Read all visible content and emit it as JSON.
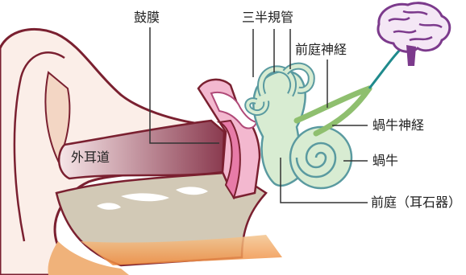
{
  "title": "",
  "labels": {
    "eardrum": "鼓膜",
    "semicircular_canals": "三半規管",
    "vestibular_nerve": "前庭神経",
    "ear_canal": "外耳道",
    "cochlear_nerve": "蝸牛神経",
    "cochlea": "蝸牛",
    "vestibule": "前庭（耳石器）"
  },
  "colors": {
    "skin_outline": "#7a2030",
    "skin_fill": "#fbeee8",
    "outer_ear_shade": "#f0b27a",
    "canal_gradient_start": "#f6e6e8",
    "canal_gradient_end": "#8a3a4f",
    "tissue": "#d2c9b6",
    "eardrum_pink": "#e77ba8",
    "ossicles_pink": "#f3b8cf",
    "inner_ear_fill": "#d8ecd2",
    "inner_ear_outline": "#5a9aa0",
    "nerve_green": "#8fbf6f",
    "brain_purple": "#7c3a8c",
    "nerve_teal": "#1f8a8c",
    "leader_line": "#333333"
  }
}
